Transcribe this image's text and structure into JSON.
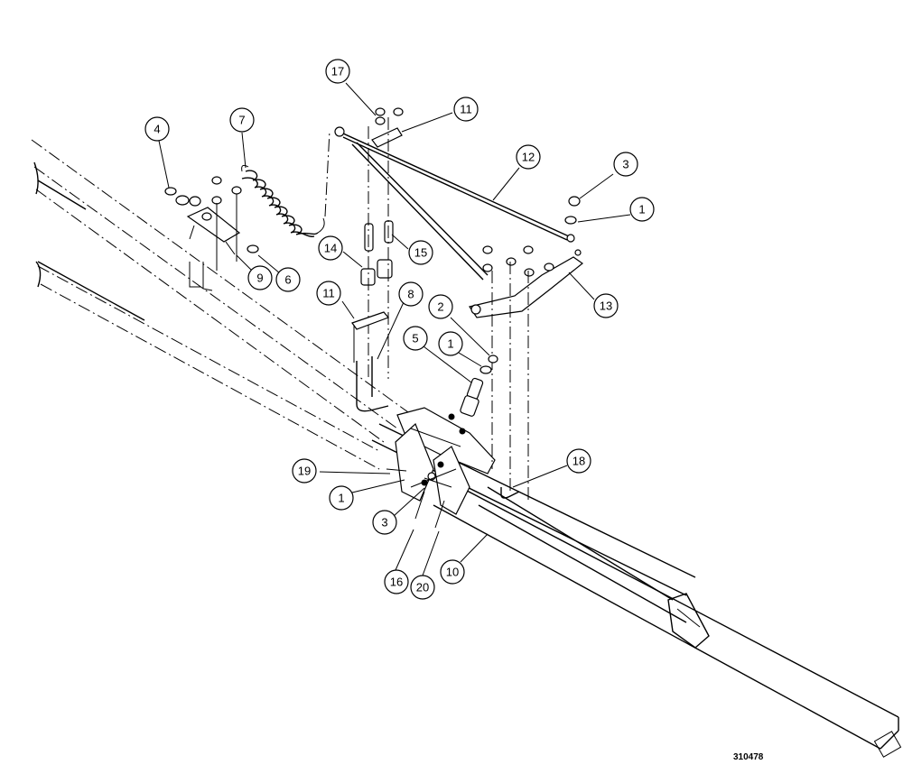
{
  "drawing_number": "310478",
  "callouts": [
    {
      "id": "c1a",
      "label": "1"
    },
    {
      "id": "c1b",
      "label": "1"
    },
    {
      "id": "c1c",
      "label": "1"
    },
    {
      "id": "c2",
      "label": "2"
    },
    {
      "id": "c3a",
      "label": "3"
    },
    {
      "id": "c3b",
      "label": "3"
    },
    {
      "id": "c4",
      "label": "4"
    },
    {
      "id": "c5",
      "label": "5"
    },
    {
      "id": "c6",
      "label": "6"
    },
    {
      "id": "c7",
      "label": "7"
    },
    {
      "id": "c8",
      "label": "8"
    },
    {
      "id": "c9",
      "label": "9"
    },
    {
      "id": "c10",
      "label": "10"
    },
    {
      "id": "c11a",
      "label": "11"
    },
    {
      "id": "c11b",
      "label": "11"
    },
    {
      "id": "c12",
      "label": "12"
    },
    {
      "id": "c13",
      "label": "13"
    },
    {
      "id": "c14",
      "label": "14"
    },
    {
      "id": "c15",
      "label": "15"
    },
    {
      "id": "c16",
      "label": "16"
    },
    {
      "id": "c17",
      "label": "17"
    },
    {
      "id": "c18",
      "label": "18"
    },
    {
      "id": "c19",
      "label": "19"
    },
    {
      "id": "c20",
      "label": "20"
    }
  ]
}
